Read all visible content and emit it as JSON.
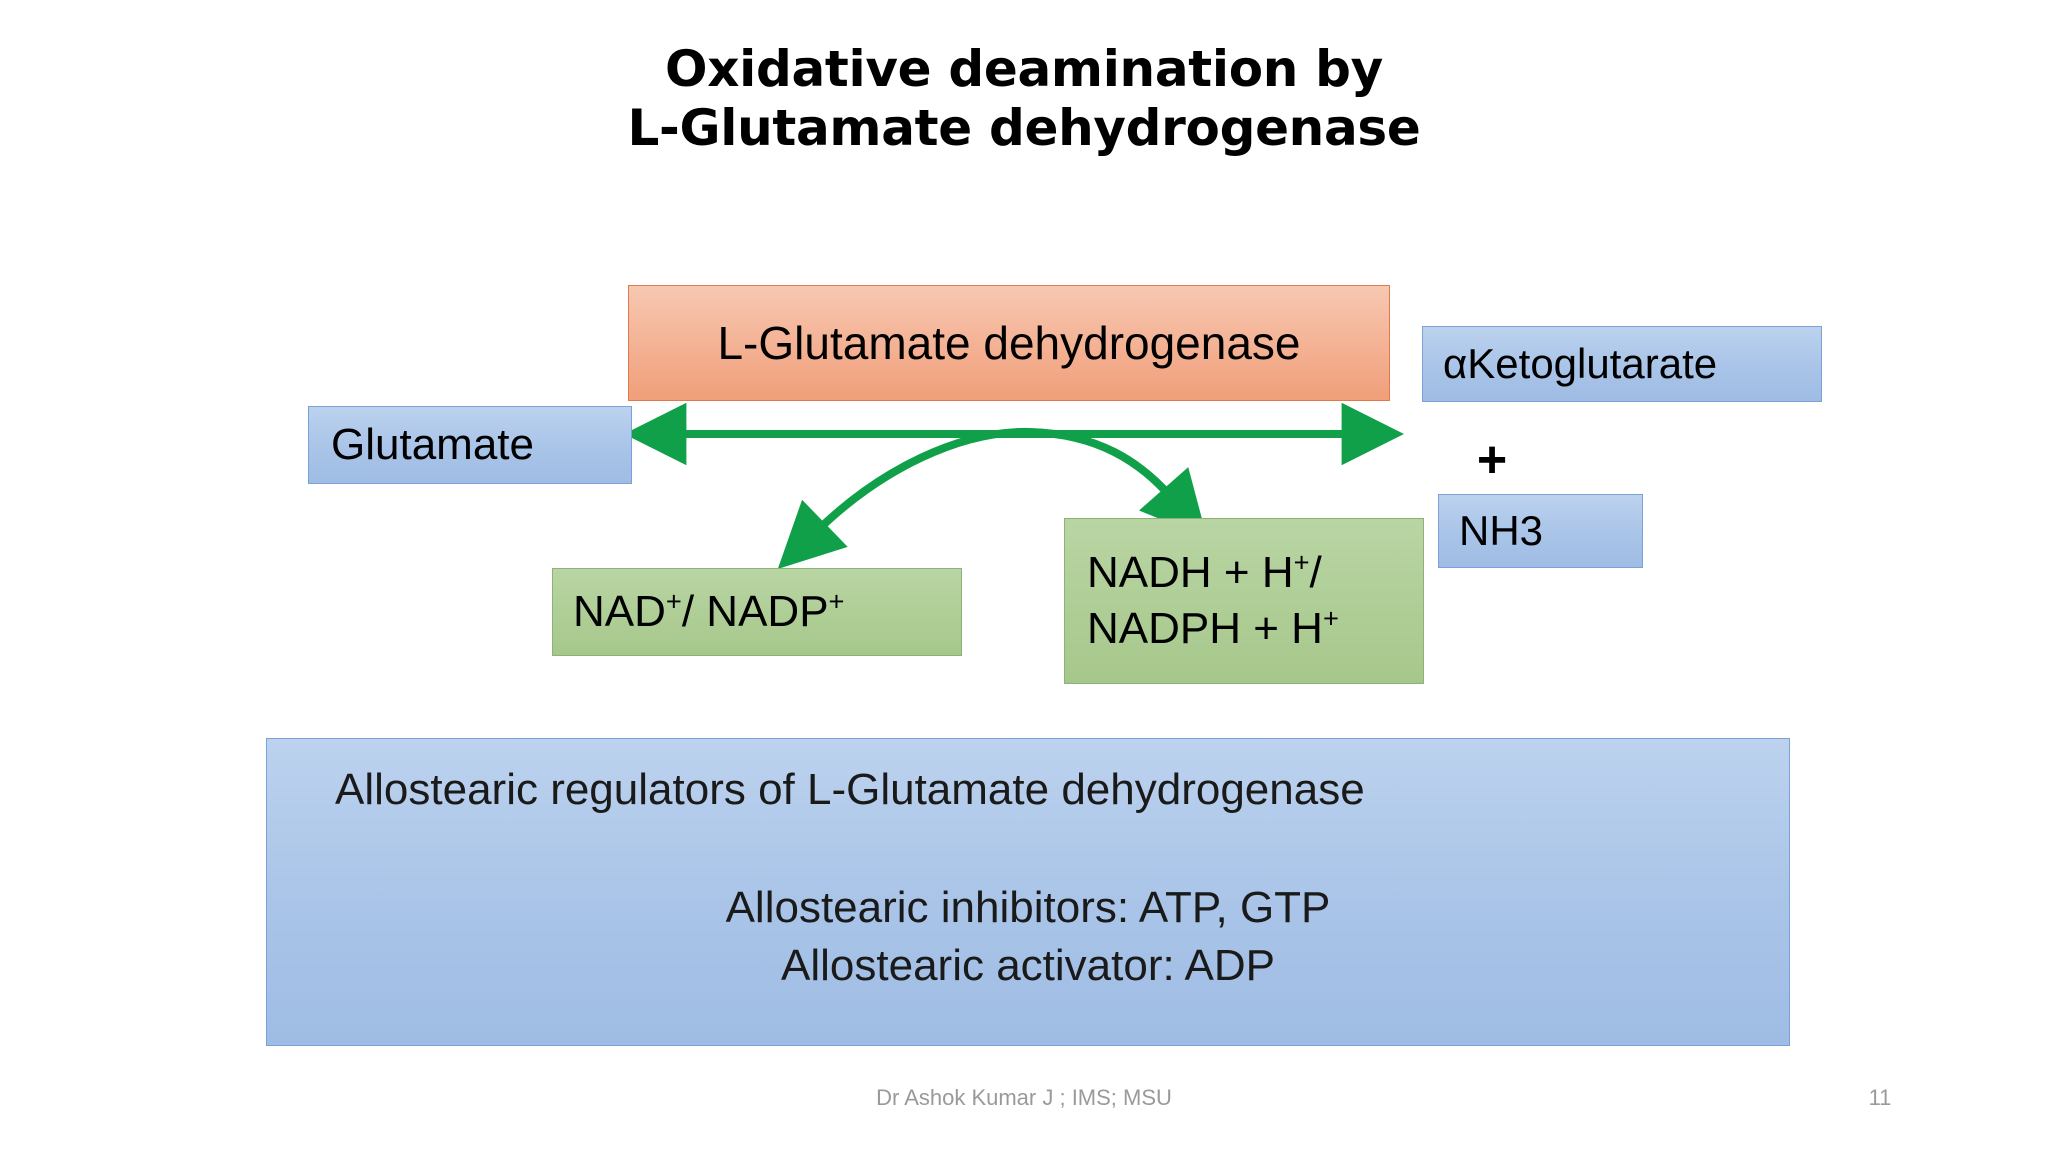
{
  "slide": {
    "title_line1": "Oxidative deamination by",
    "title_line2": "L-Glutamate dehydrogenase",
    "page_number": "11",
    "credit": "Dr Ashok Kumar J ; IMS; MSU"
  },
  "colors": {
    "blue_fill": "#a9c4e8",
    "blue_border": "#7ba2d6",
    "green_fill": "#aecd95",
    "green_border": "#8cb374",
    "orange_fill": "#f4b396",
    "orange_border": "#e07a4e",
    "arrow_green": "#11a04a",
    "footer_gray": "#9a9a9a"
  },
  "reaction": {
    "enzyme_label": "L-Glutamate dehydrogenase",
    "substrate_label": "Glutamate",
    "product_label": "αKetoglutarate",
    "plus_label": "+",
    "product_secondary_label": "NH3",
    "cofactor_in_base": "NAD",
    "cofactor_in_mid": "/ NADP",
    "cofactor_in_sup1": "+",
    "cofactor_in_sup2": "+",
    "cofactor_in_full": "NAD+/ NADP+",
    "cofactor_out_line1_base": "NADH + H",
    "cofactor_out_line1_sup": "+",
    "cofactor_out_line1_tail": "/",
    "cofactor_out_line2_base": "NADPH + H",
    "cofactor_out_line2_sup": "+",
    "cofactor_out_full": "NADH + H+/ NADPH + H+"
  },
  "regulation": {
    "heading": "Allostearic regulators of L-Glutamate dehydrogenase",
    "inhibitors_line": "Allostearic inhibitors: ATP, GTP",
    "activator_line": "Allostearic activator: ADP"
  },
  "icons": {
    "reversible_arrow": "double-headed-horizontal-arrow",
    "curved_cofactor_arrow": "curved-double-arrow"
  }
}
